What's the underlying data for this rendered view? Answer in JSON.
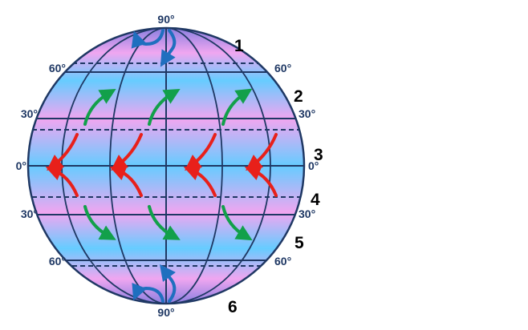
{
  "latitude_labels": {
    "north_pole": "90°",
    "south_pole": "90°",
    "n60_left": "60°",
    "n60_right": "60°",
    "n30_left": "30°",
    "n30_right": "30°",
    "eq_left": "0°",
    "eq_right": "0°",
    "s30_left": "30°",
    "s30_right": "30°",
    "s60_left": "60°",
    "s60_right": "60°"
  },
  "zone_numbers": [
    "1",
    "2",
    "3",
    "4",
    "5",
    "6"
  ],
  "colors": {
    "pink_band": "#f0a6f0",
    "blue_band": "#66ccff",
    "outline": "#1f3864",
    "red_arrow": "#e8201a",
    "green_arrow": "#12a04a",
    "blue_arrow": "#1f6fbf"
  },
  "wind_arrows": {
    "trade_winds": "red",
    "westerlies": "green",
    "polar_easterlies": "blue"
  }
}
